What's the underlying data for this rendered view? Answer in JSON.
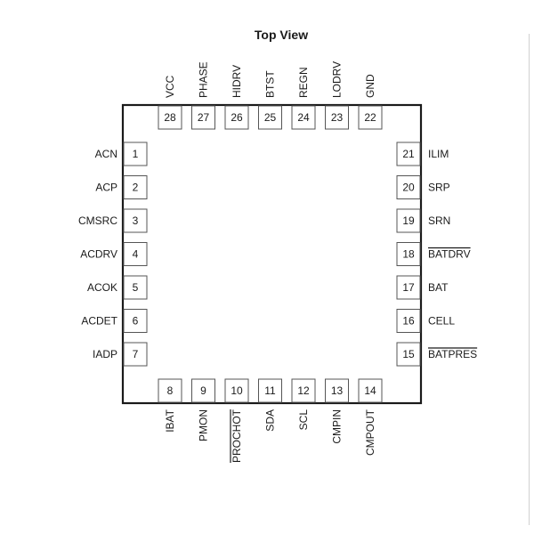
{
  "title": "Top View",
  "colors": {
    "outline": "#1a1a1a",
    "pin_border": "#555555",
    "text": "#1a1a1a",
    "background": "#ffffff"
  },
  "pins_left": [
    {
      "number": "1",
      "label": "ACN",
      "overbar": false
    },
    {
      "number": "2",
      "label": "ACP",
      "overbar": false
    },
    {
      "number": "3",
      "label": "CMSRC",
      "overbar": false
    },
    {
      "number": "4",
      "label": "ACDRV",
      "overbar": false
    },
    {
      "number": "5",
      "label": "ACOK",
      "overbar": false
    },
    {
      "number": "6",
      "label": "ACDET",
      "overbar": false
    },
    {
      "number": "7",
      "label": "IADP",
      "overbar": false
    }
  ],
  "pins_bottom": [
    {
      "number": "8",
      "label": "IBAT",
      "overbar": false
    },
    {
      "number": "9",
      "label": "PMON",
      "overbar": false
    },
    {
      "number": "10",
      "label": "PROCHOT",
      "overbar": true
    },
    {
      "number": "11",
      "label": "SDA",
      "overbar": false
    },
    {
      "number": "12",
      "label": "SCL",
      "overbar": false
    },
    {
      "number": "13",
      "label": "CMPIN",
      "overbar": false
    },
    {
      "number": "14",
      "label": "CMPOUT",
      "overbar": false
    }
  ],
  "pins_right": [
    {
      "number": "15",
      "label": "BATPRES",
      "overbar": true
    },
    {
      "number": "16",
      "label": "CELL",
      "overbar": false
    },
    {
      "number": "17",
      "label": "BAT",
      "overbar": false
    },
    {
      "number": "18",
      "label": "BATDRV",
      "overbar": true
    },
    {
      "number": "19",
      "label": "SRN",
      "overbar": false
    },
    {
      "number": "20",
      "label": "SRP",
      "overbar": false
    },
    {
      "number": "21",
      "label": "ILIM",
      "overbar": false
    }
  ],
  "pins_top": [
    {
      "number": "22",
      "label": "GND",
      "overbar": false
    },
    {
      "number": "23",
      "label": "LODRV",
      "overbar": false
    },
    {
      "number": "24",
      "label": "REGN",
      "overbar": false
    },
    {
      "number": "25",
      "label": "BTST",
      "overbar": false
    },
    {
      "number": "26",
      "label": "HIDRV",
      "overbar": false
    },
    {
      "number": "27",
      "label": "PHASE",
      "overbar": false
    },
    {
      "number": "28",
      "label": "VCC",
      "overbar": false
    }
  ]
}
